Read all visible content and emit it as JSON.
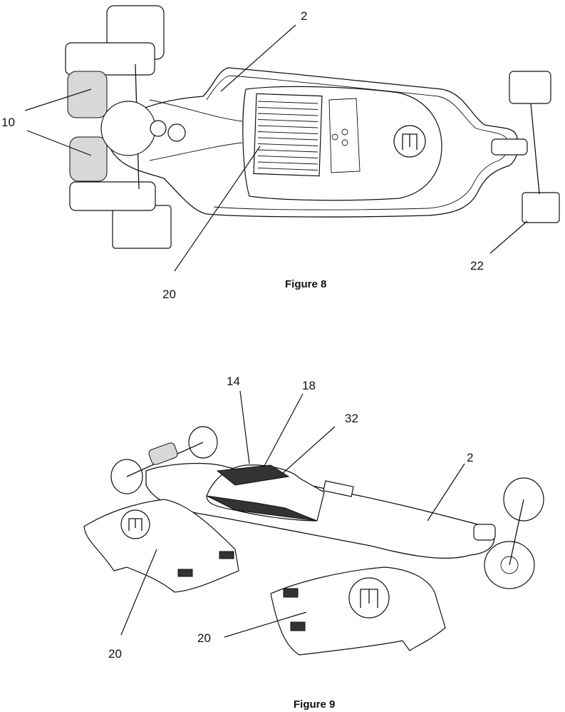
{
  "figures": [
    {
      "caption": "Figure 8",
      "labels": [
        "2",
        "10",
        "20",
        "22"
      ]
    },
    {
      "caption": "Figure 9",
      "labels": [
        "14",
        "18",
        "32",
        "2",
        "20",
        "20"
      ]
    }
  ]
}
